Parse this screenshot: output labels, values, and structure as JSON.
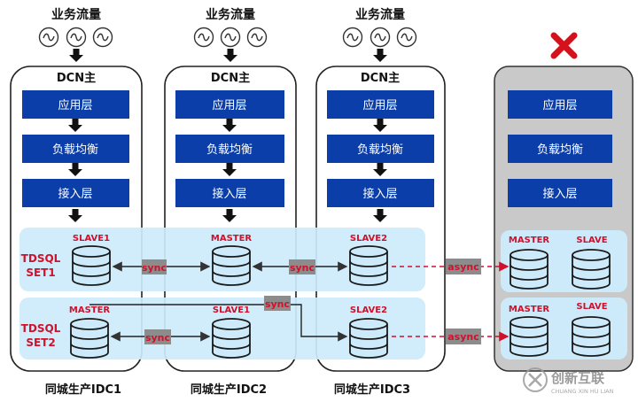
{
  "traffic_label": "业务流量",
  "dcn_label": "DCN主",
  "layers": {
    "app": "应用层",
    "lb": "负载均衡",
    "access": "接入层"
  },
  "set1": {
    "label_line1": "TDSQL",
    "label_line2": "SET1",
    "idc1_role": "SLAVE1",
    "idc2_role": "MASTER",
    "idc3_role": "SLAVE2"
  },
  "set2": {
    "label_line1": "TDSQL",
    "label_line2": "SET2",
    "idc1_role": "MASTER",
    "idc2_role": "SLAVE1",
    "idc3_role": "SLAVE2"
  },
  "remote": {
    "set1_left": "MASTER",
    "set1_right": "SLAVE",
    "set2_left": "MASTER",
    "set2_right": "SLAVE"
  },
  "links": {
    "sync": "sync",
    "async": "async"
  },
  "idc_labels": {
    "idc1": "同城生产IDC1",
    "idc2": "同城生产IDC2",
    "idc3": "同城生产IDC3"
  },
  "watermark": {
    "name": "创新互联",
    "sub": "CHUANG XIN HU LIAN"
  },
  "colors": {
    "layer_blue": "#0b3ea8",
    "set_band": "#cdeafb",
    "role_red": "#d0112b",
    "link_gray": "#8c8c8c",
    "remote_box": "#c9c9c9",
    "failure_x": "#d6111c"
  }
}
